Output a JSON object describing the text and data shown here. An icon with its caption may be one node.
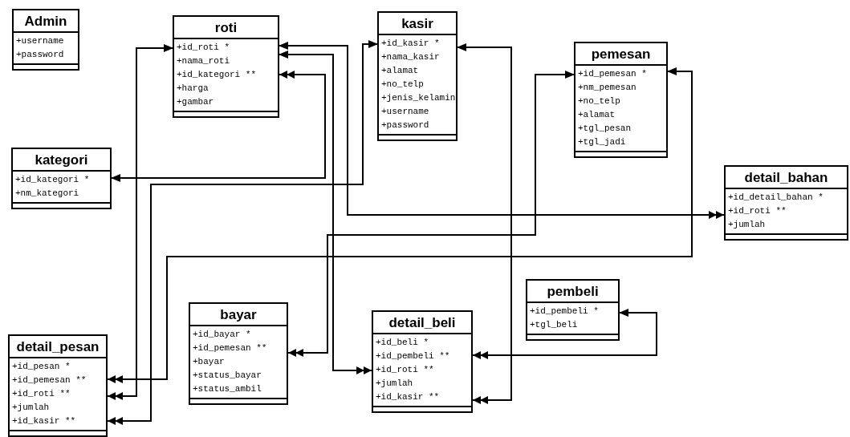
{
  "diagram": {
    "nodes": [
      {
        "text": [
          "Admin",
          "+username",
          "+password"
        ]
      },
      {
        "text": [
          "roti",
          "+id_roti *",
          "+nama_roti",
          "+id_kategori **",
          "+harga",
          "+gambar"
        ]
      },
      {
        "text": [
          "kasir",
          "+id_kasir *",
          "+nama_kasir",
          "+alamat",
          "+no_telp",
          "+jenis_kelamin",
          "+username",
          "+password"
        ]
      },
      {
        "text": [
          "pemesan",
          "+id_pemesan *",
          "+nm_pemesan",
          "+no_telp",
          "+alamat",
          "+tgl_pesan",
          "+tgl_jadi"
        ]
      },
      {
        "text": [
          "kategori",
          "+id_kategori *",
          "+nm_kategori"
        ]
      },
      {
        "text": [
          "detail_bahan",
          "+id_detail_bahan *",
          "+id_roti **",
          "+jumlah"
        ]
      },
      {
        "text": [
          "pembeli",
          "+id_pembeli *",
          "+tgl_beli"
        ]
      },
      {
        "text": [
          "bayar",
          "+id_bayar *",
          "+id_pemesan **",
          "+bayar",
          "+status_bayar",
          "+status_ambil"
        ]
      },
      {
        "text": [
          "detail_beli",
          "+id_beli *",
          "+id_pembeli **",
          "+id_roti **",
          "+jumlah",
          "+id_kasir **"
        ]
      },
      {
        "text": [
          "detail_pesan",
          "+id_pesan *",
          "+id_pemesan **",
          "+id_roti **",
          "+jumlah",
          "+id_kasir **"
        ]
      }
    ],
    "edges": [
      {
        "from": 1,
        "to": 9,
        "arrow": "both"
      },
      {
        "from": 1,
        "to": 5,
        "arrow": "both"
      },
      {
        "from": 1,
        "to": 8,
        "arrow": "both"
      },
      {
        "from": 4,
        "to": 1,
        "arrow": "both"
      },
      {
        "from": 2,
        "to": 9,
        "arrow": "both"
      },
      {
        "from": 2,
        "to": 8,
        "arrow": "both"
      },
      {
        "from": 3,
        "to": 7,
        "arrow": "both"
      },
      {
        "from": 3,
        "to": 9,
        "arrow": "both"
      },
      {
        "from": 6,
        "to": 8,
        "arrow": "both"
      }
    ]
  }
}
